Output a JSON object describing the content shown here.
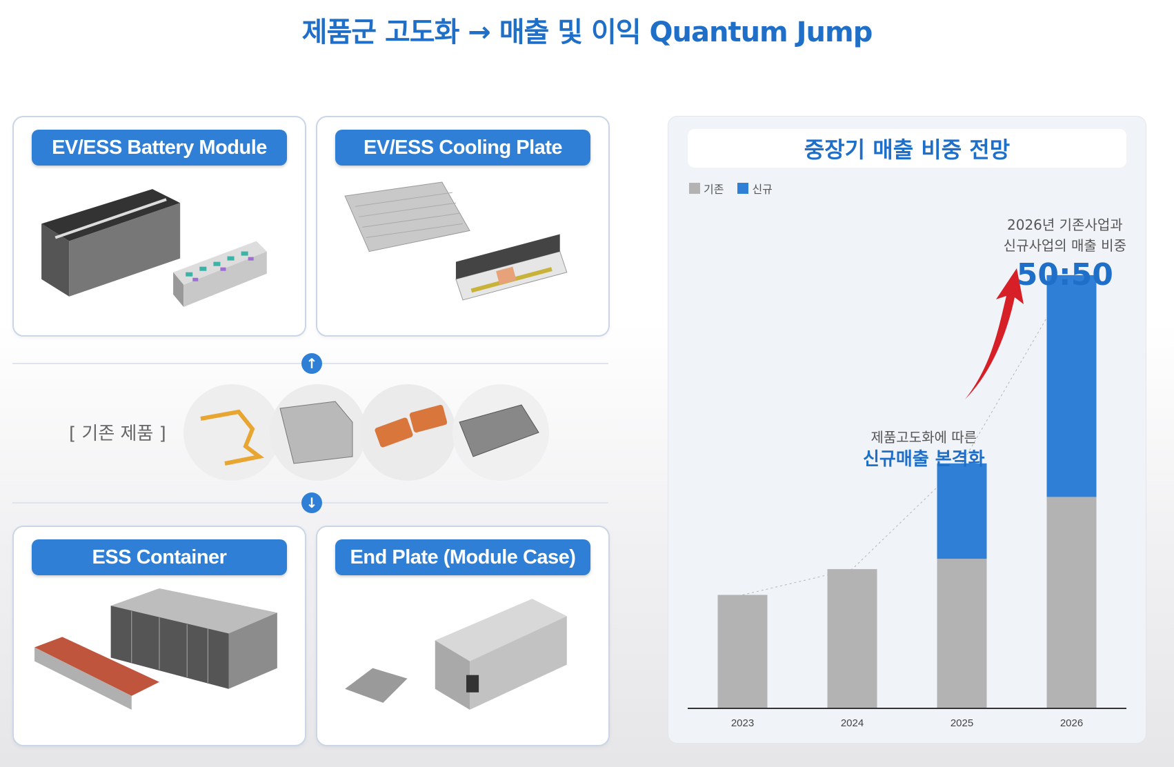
{
  "page": {
    "title": "제품군 고도화 → 매출 및 이익 Quantum Jump"
  },
  "products": {
    "top_left": "EV/ESS Battery  Module",
    "top_right": "EV/ESS Cooling Plate",
    "existing_label": "[ 기존 제품 ]",
    "bottom_left": "ESS Container",
    "bottom_right": "End Plate (Module Case)",
    "up_icon": "arrow-up-circle-icon",
    "down_icon": "arrow-down-circle-icon"
  },
  "chart_panel": {
    "title": "중장기 매출 비중 전망",
    "annotation_top_line1": "2026년 기존사업과",
    "annotation_top_line2": "신규사업의 매출 비중",
    "annotation_top_ratio": "50:50",
    "annotation_mid_line1": "제품고도화에 따른",
    "annotation_mid_line2": "신규매출 본격화"
  },
  "chart_data": {
    "type": "bar",
    "stacked": true,
    "categories": [
      "2023",
      "2024",
      "2025",
      "2026"
    ],
    "series": [
      {
        "name": "기존",
        "values": [
          22,
          27,
          29,
          41
        ],
        "color": "#b3b3b3"
      },
      {
        "name": "신규",
        "values": [
          0,
          0,
          18.5,
          43
        ],
        "color": "#2f7fd6"
      }
    ],
    "ylim": [
      0,
      88
    ],
    "grid": false,
    "legend": "top-left",
    "axis_color": "#333333"
  }
}
